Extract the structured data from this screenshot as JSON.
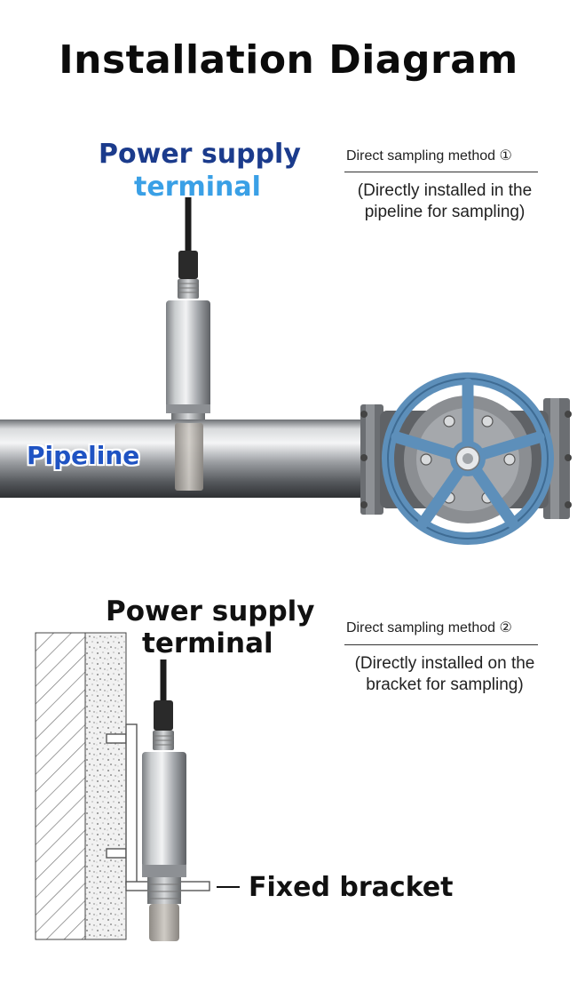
{
  "title": "Installation Diagram",
  "section1": {
    "power_supply_line1": "Power supply",
    "power_supply_line2": "terminal",
    "method": "Direct sampling method ①",
    "note_line1": "(Directly installed in the",
    "note_line2": "pipeline for sampling)",
    "pipeline_label": "Pipeline"
  },
  "section2": {
    "power_supply_line1": "Power supply",
    "power_supply_line2": "terminal",
    "method": "Direct sampling method ②",
    "note_line1": "(Directly installed on the",
    "note_line2": "bracket for sampling)",
    "bracket_label": "Fixed bracket"
  },
  "colors": {
    "title": "#0b0b0b",
    "power_supply_dark_blue": "#1b3b8c",
    "power_supply_light_blue": "#3aa0e6",
    "pipeline_label": "#1f53c3",
    "valve_wheel": "#5a8ab6",
    "steel": "#b8bcc0"
  }
}
